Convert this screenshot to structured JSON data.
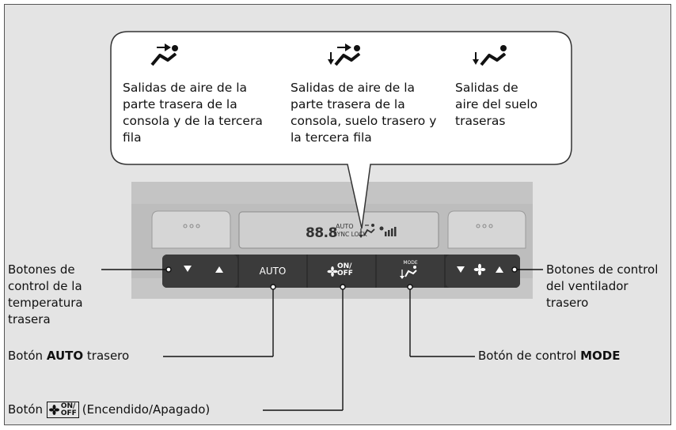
{
  "callout": {
    "items": [
      {
        "icon": "vent-rear-upper-icon",
        "text": "Salidas de aire de la parte trasera de la consola y de la tercera fila"
      },
      {
        "icon": "vent-rear-upper-floor-icon",
        "text": "Salidas de aire de la parte trasera de la consola, suelo trasero y la tercera fila"
      },
      {
        "icon": "vent-rear-floor-icon",
        "text": "Salidas de aire del suelo traseras"
      }
    ]
  },
  "display": {
    "digits": "88.8",
    "auto": "AUTO",
    "sync": "SYNC",
    "lock": "LOCK"
  },
  "panel": {
    "auto_button": "AUTO",
    "onoff_button": "ON/\nOFF",
    "mode_button": "MODE"
  },
  "labels": {
    "temp_controls": "Botones de control de la temperatura trasera",
    "fan_controls": "Botones de control del ventilador trasero",
    "auto_prefix": "Botón ",
    "auto_bold": "AUTO",
    "auto_suffix": " trasero",
    "mode_prefix": "Botón de control ",
    "mode_bold": "MODE",
    "onoff_prefix": "Botón ",
    "onoff_icon_text": "ON/\nOFF",
    "onoff_suffix": "(Encendido/Apagado)"
  },
  "colors": {
    "frame_bg": "#e4e4e4",
    "panel_bg": "#bdbdbd",
    "button_bg": "#3a3a3a",
    "display_bg": "#cfcfcf"
  }
}
